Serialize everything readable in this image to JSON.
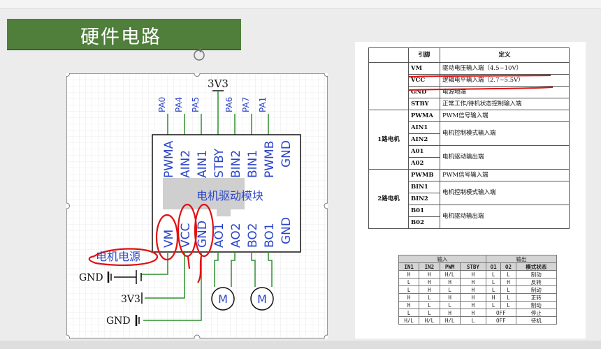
{
  "slide": {
    "title": "硬件电路"
  },
  "circuit": {
    "supply_top": "3V3",
    "top_pins": [
      "PA0",
      "PA4",
      "PA5",
      "PA6",
      "PA7",
      "PA1"
    ],
    "module_top_labels": [
      "PWMA",
      "AIN2",
      "AIN1",
      "STBY",
      "BIN2",
      "BIN1",
      "PWMB",
      "GND"
    ],
    "module_name": "电机驱动模块",
    "module_bottom_labels": [
      "VM",
      "VCC",
      "GND",
      "AO1",
      "AO2",
      "BO2",
      "BO1",
      "GND"
    ],
    "motor_power_label": "电机电源",
    "gnd_label_1": "GND",
    "supply_bottom": "3V3",
    "gnd_label_2": "GND",
    "motor_symbol": "M"
  },
  "pin_table": {
    "headers": [
      "引脚",
      "定义"
    ],
    "rows": [
      {
        "group": "",
        "pin": "VM",
        "def": "驱动电压输入端（4.5~10V）"
      },
      {
        "group": "",
        "pin": "VCC",
        "def": "逻辑电平输入端（2.7~5.5V）"
      },
      {
        "group": "",
        "pin": "GND",
        "def": "电源地端"
      },
      {
        "group": "",
        "pin": "STBY",
        "def": "正常工作/待机状态控制输入端"
      },
      {
        "group": "1路电机",
        "pin": "PWMA",
        "def": "PWM信号输入端"
      },
      {
        "group": "",
        "pin": "AIN1",
        "def": "电机控制模式输入端"
      },
      {
        "group": "",
        "pin": "AIN2",
        "def": ""
      },
      {
        "group": "",
        "pin": "A01",
        "def": "电机驱动输出端"
      },
      {
        "group": "",
        "pin": "A02",
        "def": ""
      },
      {
        "group": "2路电机",
        "pin": "PWMB",
        "def": "PWM信号输入端"
      },
      {
        "group": "",
        "pin": "BIN1",
        "def": "电机控制模式输入端"
      },
      {
        "group": "",
        "pin": "BIN2",
        "def": ""
      },
      {
        "group": "",
        "pin": "B01",
        "def": "电机驱动输出端"
      },
      {
        "group": "",
        "pin": "B02",
        "def": ""
      }
    ]
  },
  "truth_table": {
    "group_input": "输入",
    "group_output": "输出",
    "headers": [
      "IN1",
      "IN2",
      "PWM",
      "STBY",
      "O1",
      "O2",
      "模式状态"
    ],
    "rows": [
      [
        "H",
        "H",
        "H/L",
        "H",
        "L",
        "L",
        "制动"
      ],
      [
        "L",
        "H",
        "H",
        "H",
        "L",
        "H",
        "反转"
      ],
      [
        "L",
        "H",
        "L",
        "H",
        "L",
        "L",
        "制动"
      ],
      [
        "H",
        "L",
        "H",
        "H",
        "H",
        "L",
        "正转"
      ],
      [
        "H",
        "L",
        "L",
        "H",
        "L",
        "L",
        "制动"
      ],
      [
        "L",
        "L",
        "H",
        "H",
        "OFF",
        "",
        "停止"
      ],
      [
        "H/L",
        "H/L",
        "H/L",
        "L",
        "OFF",
        "",
        "待机"
      ]
    ]
  },
  "colors": {
    "title_banner": "#4f7f3b",
    "wire_green": "#2f8f2f",
    "pin_label_blue": "#2b45c9",
    "annotation_red": "#e01010"
  }
}
